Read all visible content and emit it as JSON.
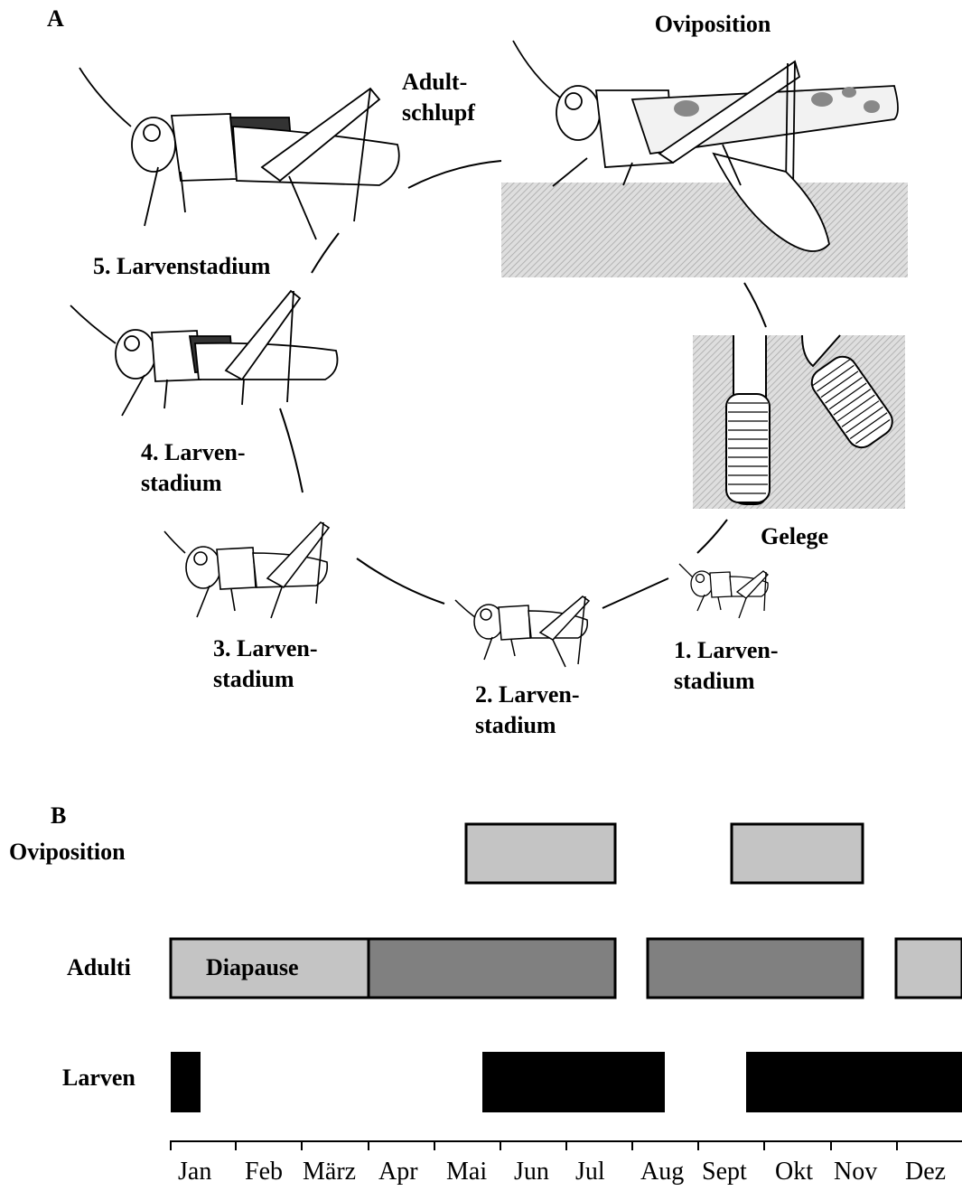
{
  "panel_a": {
    "label": "A",
    "stages": {
      "oviposition": "Oviposition",
      "adult_hatch_1": "Adult-",
      "adult_hatch_2": "schlupf",
      "gelege": "Gelege",
      "larva1_1": "1. Larven-",
      "larva1_2": "stadium",
      "larva2_1": "2. Larven-",
      "larva2_2": "stadium",
      "larva3_1": "3. Larven-",
      "larva3_2": "stadium",
      "larva4_1": "4. Larven-",
      "larva4_2": "stadium",
      "larva5": "5. Larvenstadium"
    }
  },
  "panel_b": {
    "label": "B",
    "rows": {
      "oviposition": "Oviposition",
      "adulti": "Adulti",
      "larven": "Larven"
    },
    "diapause_label": "Diapause",
    "months": [
      "Jan",
      "Feb",
      "März",
      "Apr",
      "Mai",
      "Jun",
      "Jul",
      "Aug",
      "Sept",
      "Okt",
      "Nov",
      "Dez"
    ]
  },
  "colors": {
    "diapause": "#c4c4c4",
    "active_adult": "#808080",
    "larvae": "#000000",
    "oviposition": "#c4c4c4"
  }
}
